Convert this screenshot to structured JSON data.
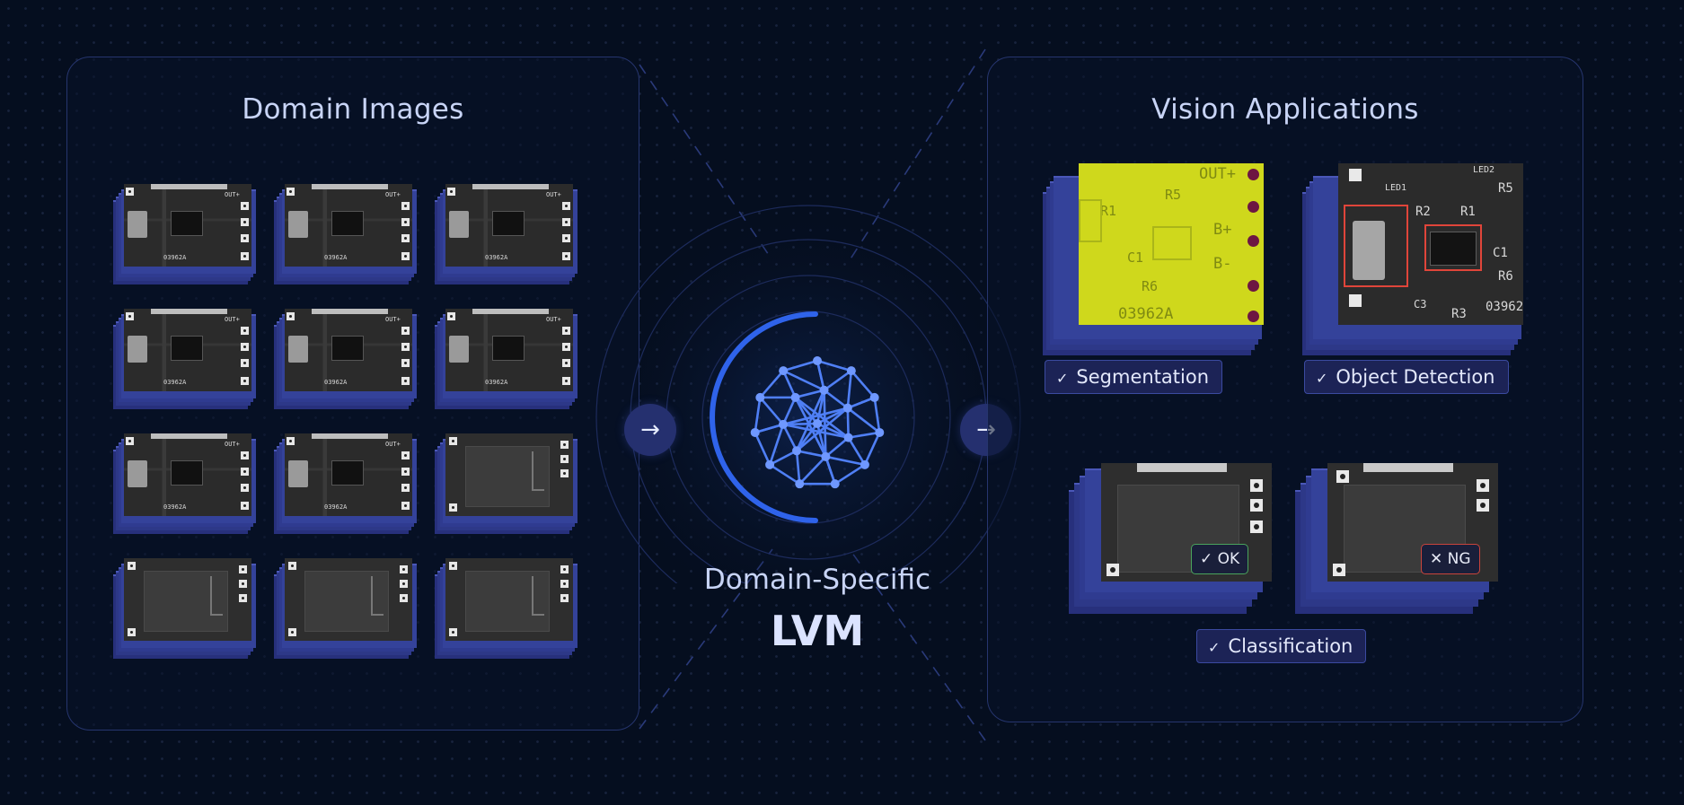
{
  "left_panel": {
    "title": "Domain Images"
  },
  "center": {
    "subtitle": "Domain-Specific",
    "title": "LVM"
  },
  "right_panel": {
    "title": "Vision Applications",
    "applications": [
      {
        "label": "Segmentation",
        "icon": "check-icon"
      },
      {
        "label": "Object Detection",
        "icon": "check-icon"
      },
      {
        "label": "Classification",
        "icon": "check-icon"
      }
    ],
    "classification_badges": [
      {
        "label": "OK",
        "icon": "check-icon",
        "color": "#4aa35c"
      },
      {
        "label": "NG",
        "icon": "x-icon",
        "color": "#c9443b"
      }
    ]
  },
  "pcb_silkscreen": {
    "out_plus": "OUT+",
    "b_plus": "B+",
    "b_minus": "B-",
    "r5": "R5",
    "r1": "R1",
    "r2": "R2",
    "r3": "R3",
    "r6": "R6",
    "c1": "C1",
    "c3": "C3",
    "led1": "LED1",
    "led2": "LED2",
    "code": "03962A",
    "code_short": "03962"
  },
  "colors": {
    "background": "#050e1f",
    "panel_border": "#26356e",
    "accent_blue": "#3d6df0",
    "segmentation_mask": "#cfd81c",
    "detection_box": "#e0453a"
  }
}
